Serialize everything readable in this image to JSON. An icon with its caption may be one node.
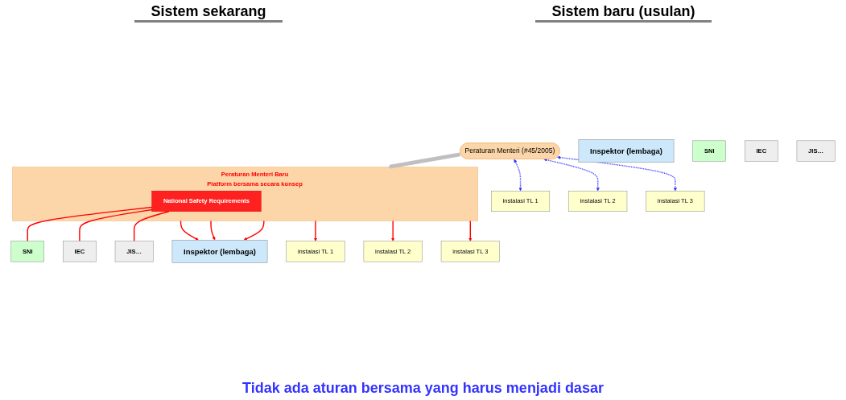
{
  "diagram": {
    "nodes": [
      {
        "text": [
          "Inspektor (lembaga)"
        ]
      },
      {
        "text": [
          "Peraturan Menteri (#45/2005)"
        ]
      },
      {
        "text": [
          "instalasi TL 1"
        ]
      },
      {
        "text": [
          "instalasi TL 2"
        ]
      },
      {
        "text": [
          "instalasi TL 3"
        ]
      },
      {
        "text": [
          "SNI"
        ]
      },
      {
        "text": [
          "IEC"
        ]
      },
      {
        "text": [
          "JIS…"
        ]
      },
      {
        "text": [
          "Inspektor (lembaga)"
        ]
      },
      {
        "text": [
          "Peraturan Menteri Baru",
          "Platform bersama secara konsep"
        ]
      },
      {
        "text": [
          "National Safety Requirements"
        ],
        "in": 9
      },
      {
        "text": [
          "SNI"
        ]
      },
      {
        "text": [
          "IEC"
        ]
      },
      {
        "text": [
          "JIS…"
        ]
      },
      {
        "text": [
          "instalasi TL 1"
        ]
      },
      {
        "text": [
          "instalasi TL 2"
        ]
      },
      {
        "text": [
          "instalasi TL 3"
        ]
      }
    ],
    "edges": [
      {
        "from": 1,
        "to": 2,
        "arrow": "both",
        "style": "dashed",
        "color": "#3333ff"
      },
      {
        "from": 1,
        "to": 3,
        "arrow": "both",
        "style": "dashed",
        "color": "#3333ff"
      },
      {
        "from": 1,
        "to": 4,
        "arrow": "both",
        "style": "dashed",
        "color": "#3333ff"
      },
      {
        "from": 1,
        "to": 9,
        "arrow": "to",
        "style": "thick",
        "color": "#bfbfbf"
      },
      {
        "from": 9,
        "to": 8,
        "arrow": "to"
      },
      {
        "from": 9,
        "to": 8,
        "arrow": "to"
      },
      {
        "from": 9,
        "to": 8,
        "arrow": "to"
      },
      {
        "from": 11,
        "to": 10,
        "arrow": "none"
      },
      {
        "from": 12,
        "to": 10,
        "arrow": "none"
      },
      {
        "from": 13,
        "to": 10,
        "arrow": "none"
      },
      {
        "from": 9,
        "to": 14,
        "arrow": "to"
      },
      {
        "from": 9,
        "to": 15,
        "arrow": "to"
      },
      {
        "from": 9,
        "to": 16,
        "arrow": "to"
      }
    ],
    "labels": [
      "Sistem sekarang",
      "Sistem baru (usulan)",
      "Tidak ada aturan bersama yang harus menjadi dasar"
    ]
  }
}
